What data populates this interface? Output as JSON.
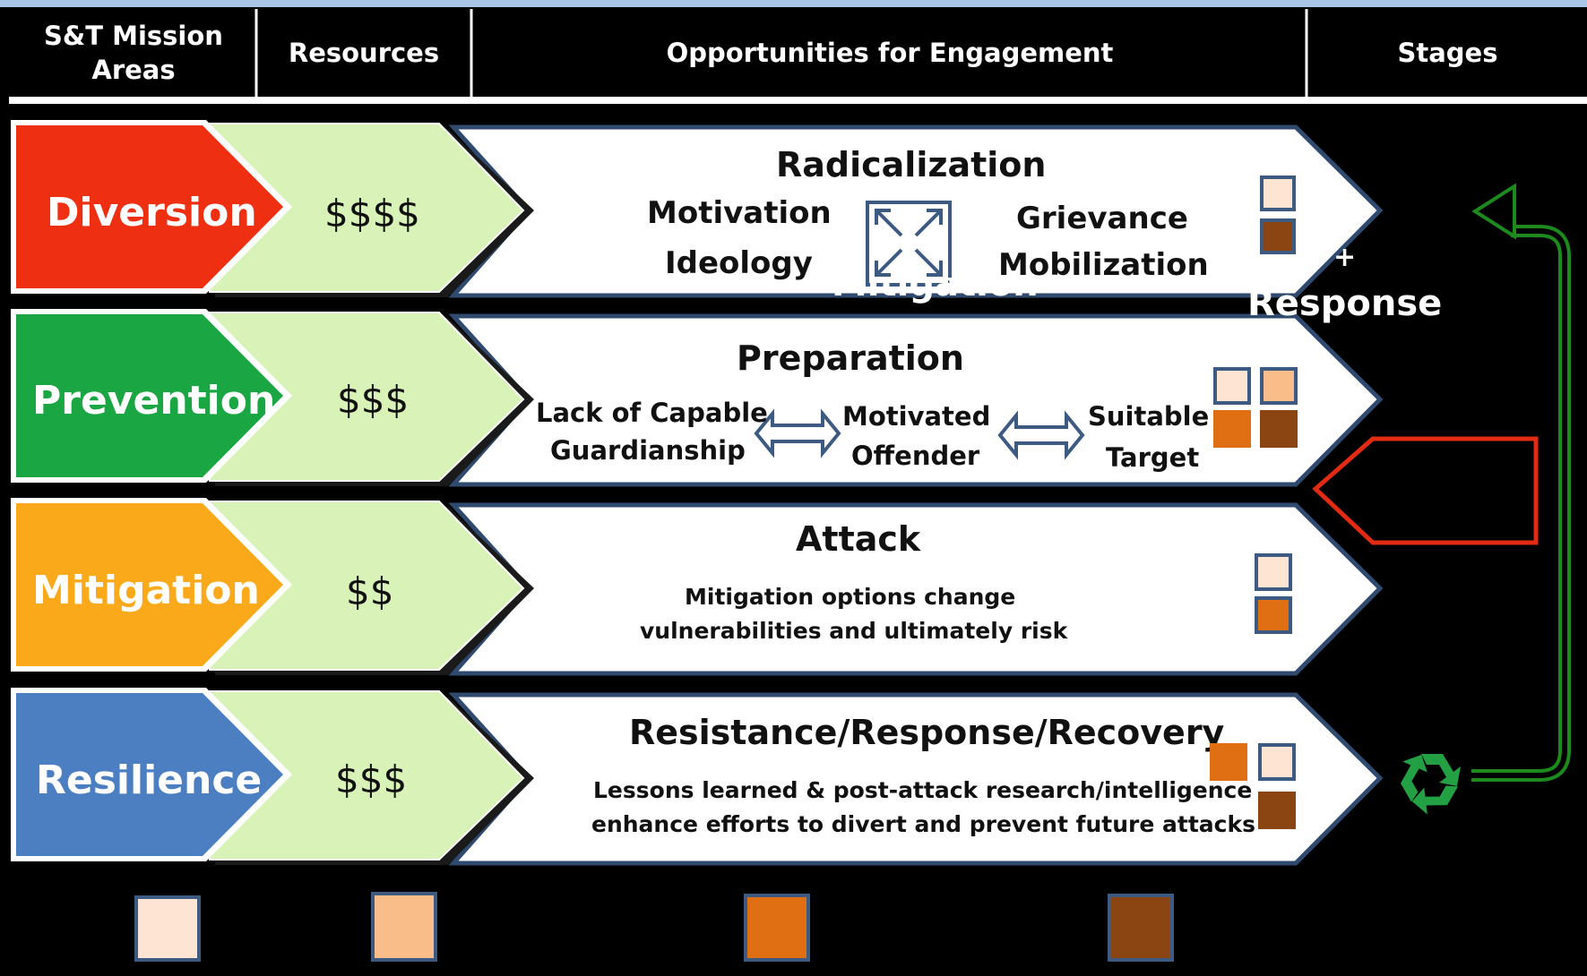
{
  "header": {
    "mission_areas": "S&T Mission Areas",
    "resources": "Resources",
    "opportunities": "Opportunities for Engagement",
    "stages": "Stages"
  },
  "rows": [
    {
      "mission": "Diversion",
      "color": "#ee2f12",
      "resources": "$$$$",
      "title": "Radicalization",
      "left_lines": [
        "Motivation",
        "Ideology"
      ],
      "right_lines": [
        "Grievance",
        "Mobilization"
      ]
    },
    {
      "mission": "Prevention",
      "color": "#1aa643",
      "resources": "$$$",
      "title": "Preparation",
      "items": [
        [
          "Lack of Capable",
          "Guardianship"
        ],
        [
          "Motivated",
          "Offender"
        ],
        [
          "Suitable",
          "Target"
        ]
      ]
    },
    {
      "mission": "Mitigation",
      "color": "#f9a91a",
      "resources": "$$",
      "title": "Attack",
      "desc": [
        "Mitigation options change",
        "vulnerabilities and ultimately risk"
      ]
    },
    {
      "mission": "Resilience",
      "color": "#4c7fc2",
      "resources": "$$$",
      "title": "Resistance/Response/Recovery",
      "desc": [
        "Lessons learned & post-attack research/intelligence",
        "enhance efforts to divert and prevent future attacks"
      ]
    }
  ],
  "legend_colors": [
    "#fde4d3",
    "#f9bd8a",
    "#e06f14",
    "#8b4513"
  ],
  "background_fragments": [
    "Mitigation",
    "+",
    "Response"
  ],
  "icons": [
    "four-arrows-icon",
    "double-arrow-icon",
    "recycle-icon",
    "cycle-arrow-icon",
    "red-arrow-icon"
  ]
}
